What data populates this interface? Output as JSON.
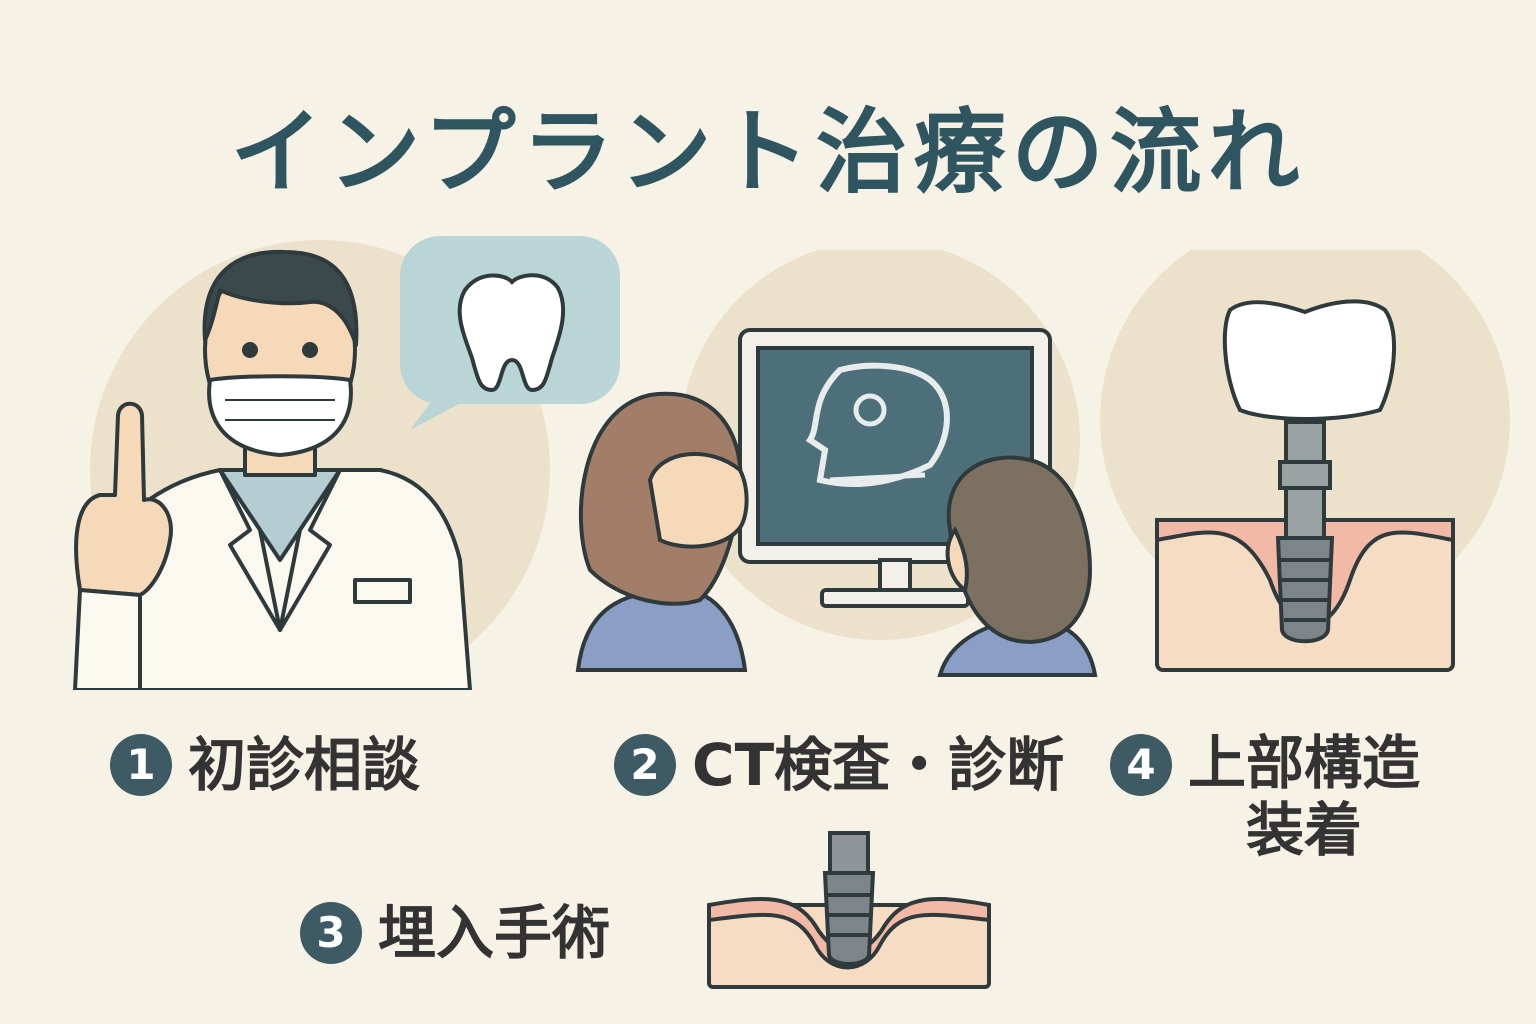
{
  "title": "インプラント治療の流れ",
  "steps": [
    {
      "num": "1",
      "label": "初診相談"
    },
    {
      "num": "2",
      "label": "CT検査・診断"
    },
    {
      "num": "3",
      "label": "埋入手術"
    },
    {
      "num": "4",
      "label_line1": "上部構造",
      "label_line2": "装着"
    }
  ],
  "colors": {
    "background": "#f7f2e6",
    "title": "#2f5560",
    "badge": "#3e5a64",
    "gum": "#f2b9a6",
    "bone": "#f6dcc2"
  },
  "icons": [
    "doctor-icon",
    "tooth-icon",
    "ct-monitor-icon",
    "patient-icon",
    "implant-crown-icon",
    "implant-icon"
  ]
}
